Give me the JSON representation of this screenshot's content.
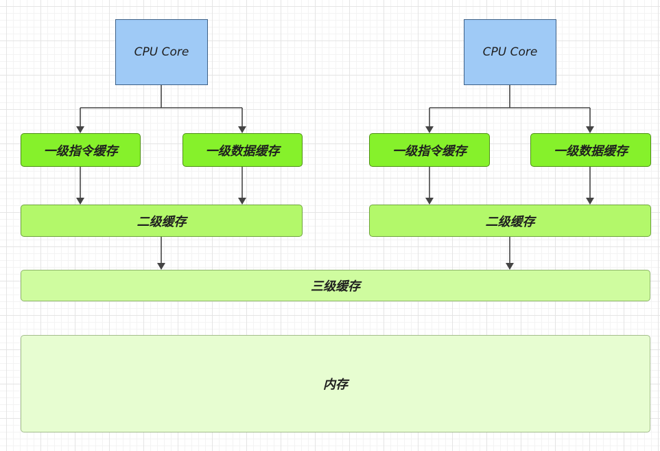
{
  "cores": [
    {
      "cpu_label": "CPU Core",
      "l1i_label": "一级指令缓存",
      "l1d_label": "一级数据缓存",
      "l2_label": "二级缓存"
    },
    {
      "cpu_label": "CPU Core",
      "l1i_label": "一级指令缓存",
      "l1d_label": "一级数据缓存",
      "l2_label": "二级缓存"
    }
  ],
  "l3_label": "三级缓存",
  "memory_label": "内存",
  "colors": {
    "cpu_fill": "#9fcaf6",
    "l1_fill": "#86f12b",
    "l2_fill": "#b3f86a",
    "l3_fill": "#cffc9f",
    "memory_fill": "#e7fdd1",
    "arrow": "#444444"
  }
}
